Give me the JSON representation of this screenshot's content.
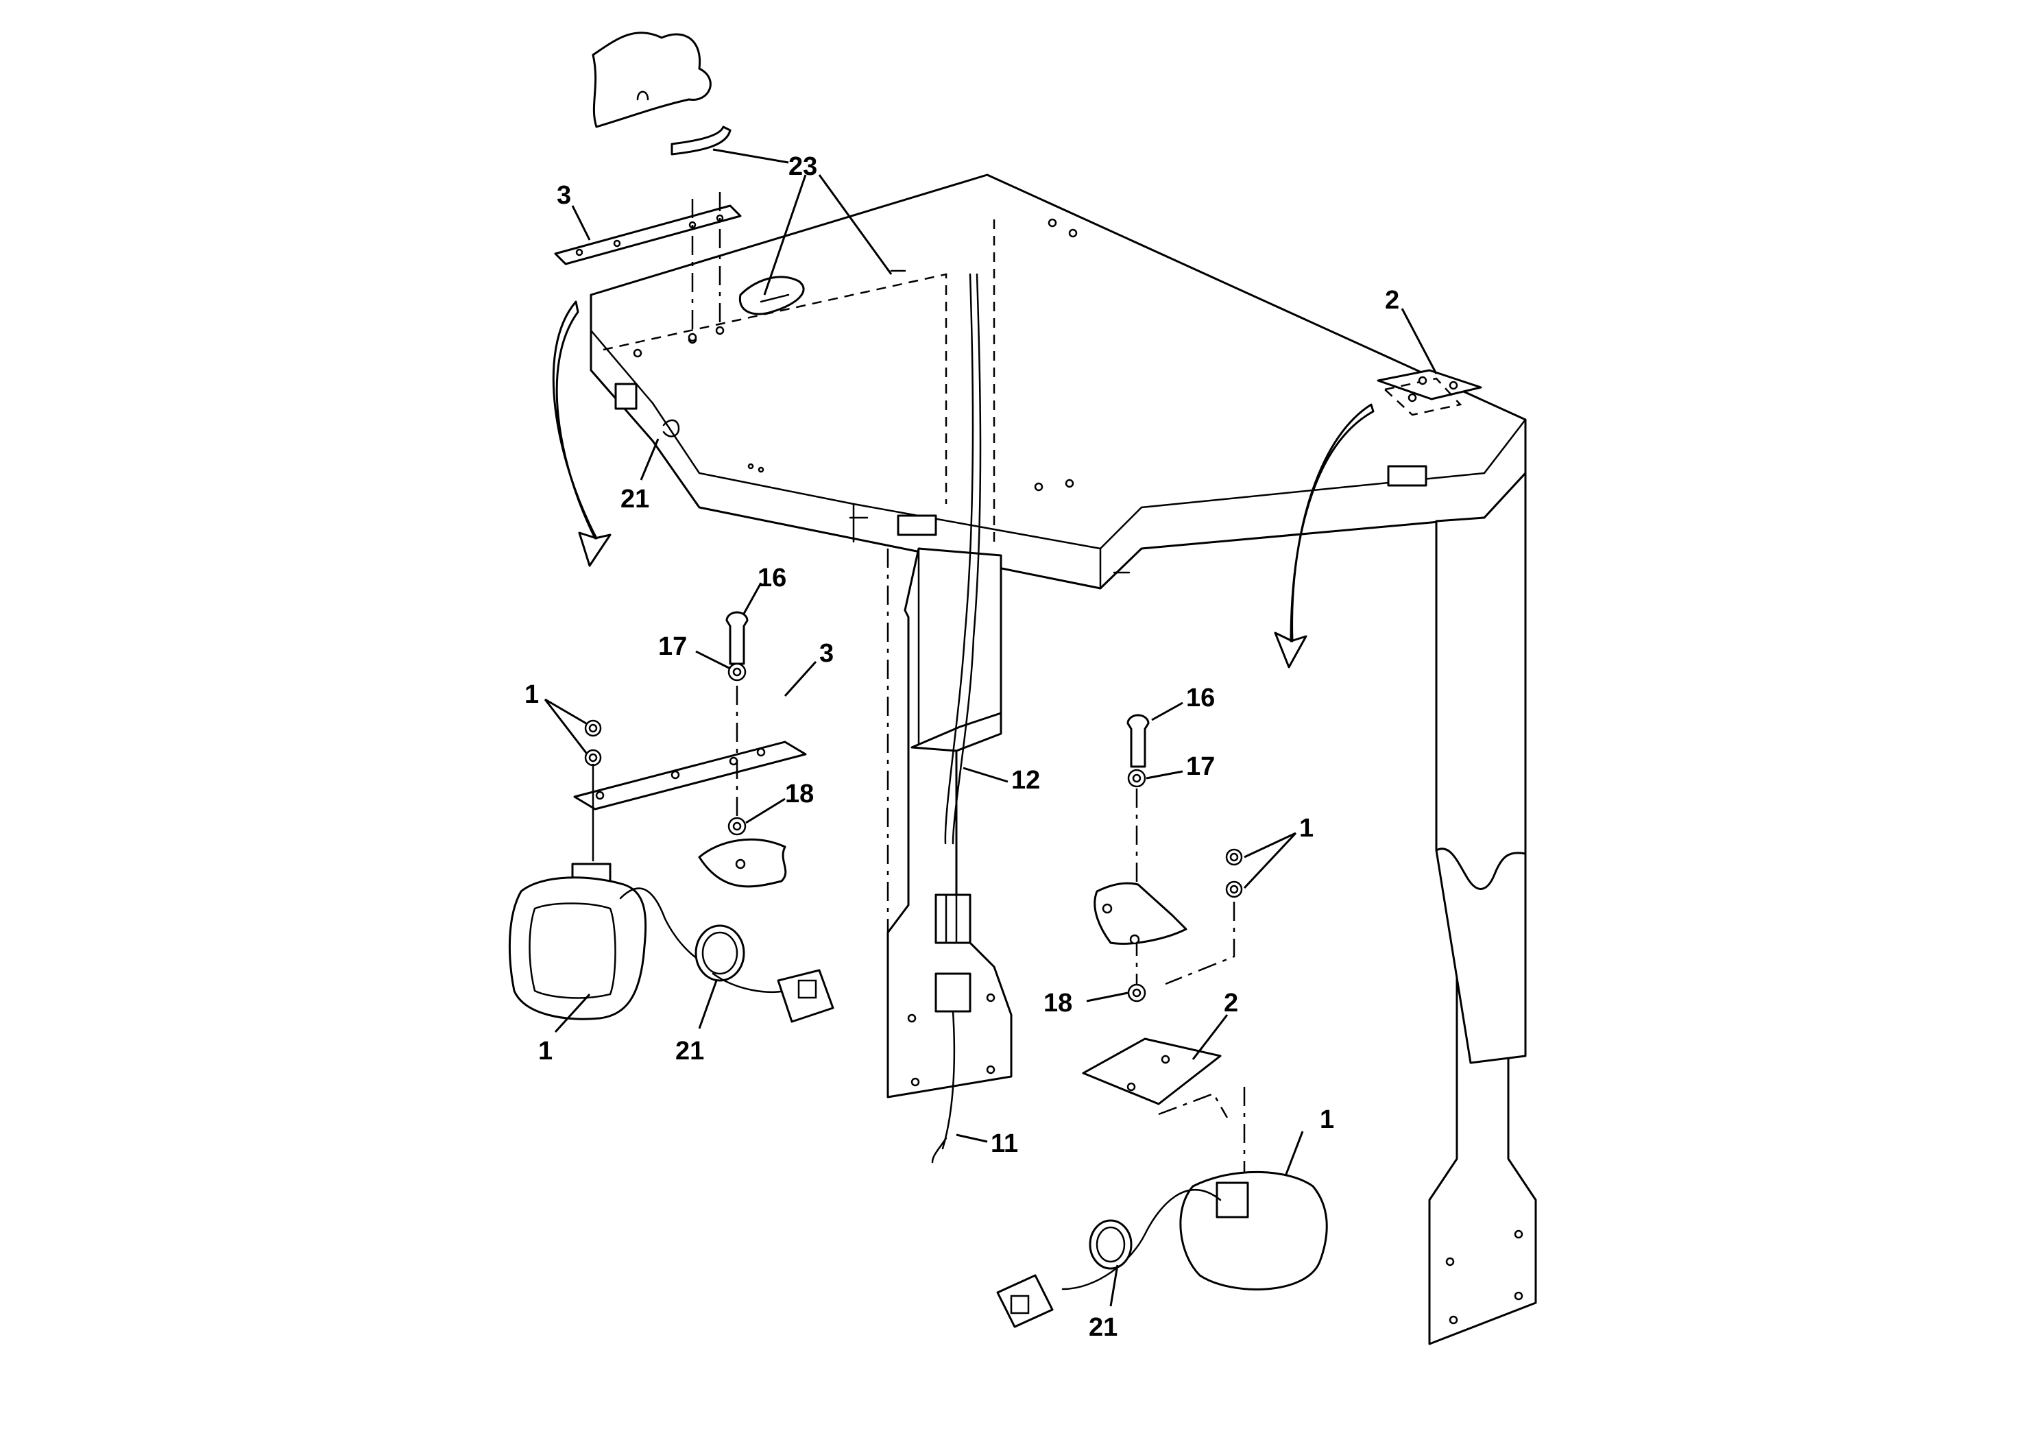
{
  "colors": {
    "line": "#000000",
    "background": "#ffffff"
  },
  "callouts": {
    "c23": "23",
    "c3_top": "3",
    "c2_top": "2",
    "c21_top": "21",
    "c16_left": "16",
    "c17_left": "17",
    "c3_mid": "3",
    "c1_left_washers": "1",
    "c18_left": "18",
    "c1_left_lamp": "1",
    "c21_left": "21",
    "c12": "12",
    "c11": "11",
    "c16_right": "16",
    "c17_right": "17",
    "c1_right_washers": "1",
    "c18_right": "18",
    "c2_right": "2",
    "c1_right_lamp": "1",
    "c21_right": "21"
  }
}
